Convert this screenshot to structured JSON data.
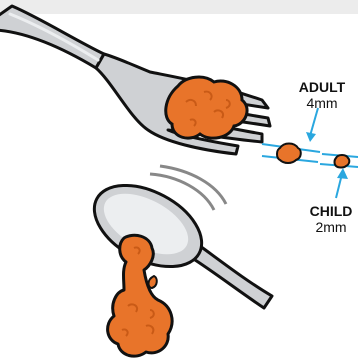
{
  "labels": {
    "adult": {
      "title": "ADULT",
      "size": "4mm"
    },
    "child": {
      "title": "CHILD",
      "size": "2mm"
    }
  },
  "colors": {
    "accent": "#2aa7df",
    "food_fill": "#e8742a",
    "food_dark": "#c95a16",
    "utensil_fill": "#cfd1d4",
    "utensil_light": "#eceef0",
    "outline": "#111111"
  },
  "icons": [
    "fork-icon",
    "spoon-icon",
    "food-blob-icon",
    "arrow-icon"
  ]
}
